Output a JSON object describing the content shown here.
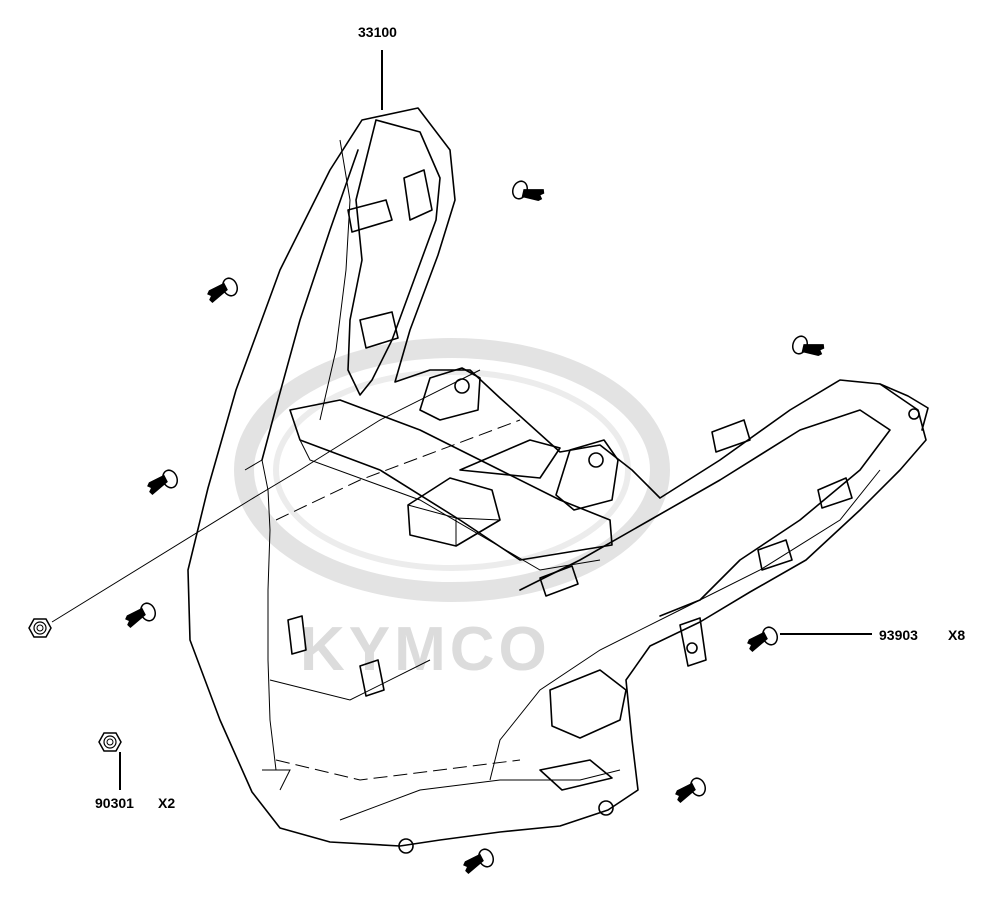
{
  "watermark": {
    "brand": "KYMCO",
    "color": "#dcdcdc"
  },
  "parts": [
    {
      "id": "housing",
      "number": "33100",
      "qty": ""
    },
    {
      "id": "screw",
      "number": "93903",
      "qty": "X8"
    },
    {
      "id": "nut",
      "number": "90301",
      "qty": "X2"
    }
  ],
  "icons": {
    "screw": "pan-head-screw-icon",
    "nut": "hex-flange-nut-icon"
  },
  "colors": {
    "line": "#000000",
    "background": "#ffffff"
  }
}
